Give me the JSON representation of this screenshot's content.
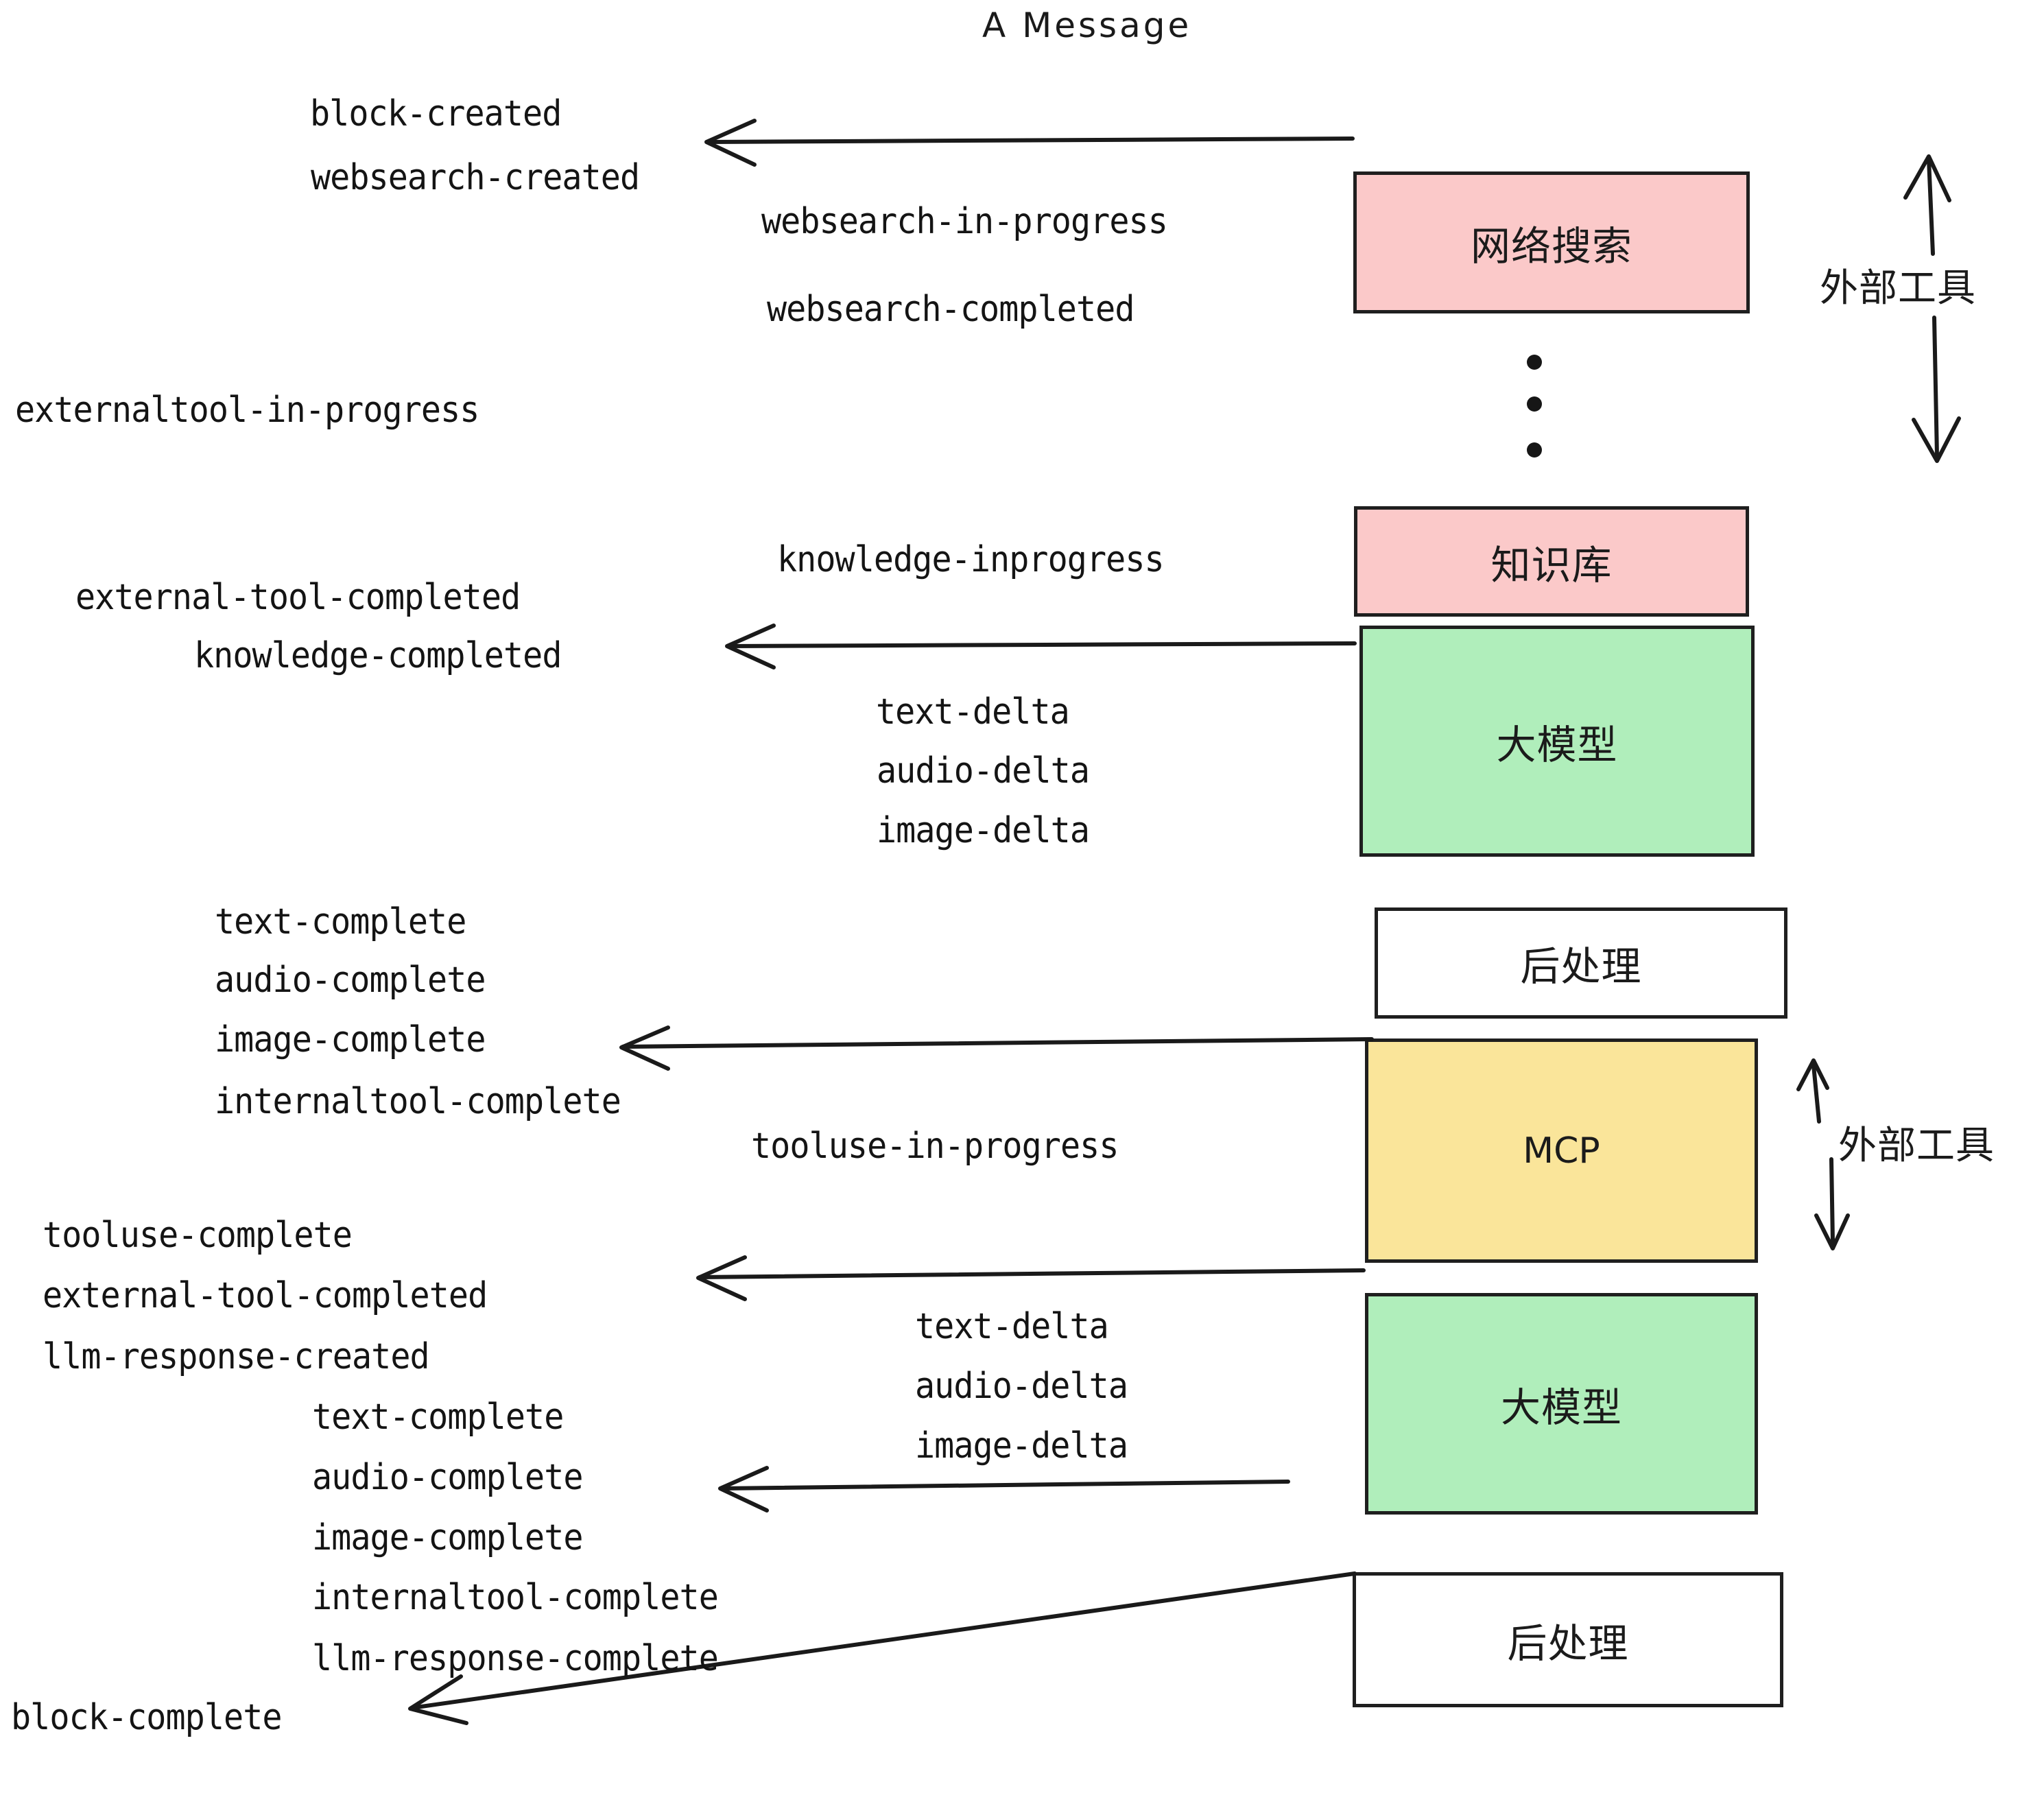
{
  "diagram": {
    "title": "A Message",
    "background": "#ffffff",
    "stroke_color": "#1f1f1f",
    "colors": {
      "pink": "#fbc9c9",
      "green": "#b0eebb",
      "yellow": "#fae59a",
      "white": "#ffffff",
      "line": "#1a1a1a"
    }
  },
  "nodes": [
    {
      "id": "websearch",
      "label": "网络搜索",
      "fill": "#fbc9c9",
      "kind": "external-tool"
    },
    {
      "id": "knowledgebase",
      "label": "知识库",
      "fill": "#fbc9c9",
      "kind": "external-tool"
    },
    {
      "id": "llm-1",
      "label": "大模型",
      "fill": "#b0eebb",
      "kind": "model"
    },
    {
      "id": "postprocess-1",
      "label": "后处理",
      "fill": "#ffffff",
      "kind": "postprocess"
    },
    {
      "id": "mcp",
      "label": "MCP",
      "fill": "#fae59a",
      "kind": "external-tool"
    },
    {
      "id": "llm-2",
      "label": "大模型",
      "fill": "#b0eebb",
      "kind": "model"
    },
    {
      "id": "postprocess-2",
      "label": "后处理",
      "fill": "#ffffff",
      "kind": "postprocess"
    }
  ],
  "side_labels": [
    {
      "id": "external-tool-top",
      "text": "外部工具"
    },
    {
      "id": "external-tool-mcp",
      "text": "外部工具"
    }
  ],
  "events": [
    {
      "id": "e01",
      "text": "block-created"
    },
    {
      "id": "e02",
      "text": "websearch-created"
    },
    {
      "id": "e03",
      "text": "websearch-in-progress"
    },
    {
      "id": "e04",
      "text": "websearch-completed"
    },
    {
      "id": "e05",
      "text": "externaltool-in-progress"
    },
    {
      "id": "e06",
      "text": "knowledge-inprogress"
    },
    {
      "id": "e07",
      "text": "external-tool-completed"
    },
    {
      "id": "e08",
      "text": "knowledge-completed"
    },
    {
      "id": "e09",
      "text": "text-delta"
    },
    {
      "id": "e10",
      "text": "audio-delta"
    },
    {
      "id": "e11",
      "text": "image-delta"
    },
    {
      "id": "e12",
      "text": "text-complete"
    },
    {
      "id": "e13",
      "text": "audio-complete"
    },
    {
      "id": "e14",
      "text": "image-complete"
    },
    {
      "id": "e15",
      "text": "internaltool-complete"
    },
    {
      "id": "e16",
      "text": "tooluse-in-progress"
    },
    {
      "id": "e17",
      "text": "tooluse-complete"
    },
    {
      "id": "e18",
      "text": "external-tool-completed"
    },
    {
      "id": "e19",
      "text": "llm-response-created"
    },
    {
      "id": "e20",
      "text": "text-complete"
    },
    {
      "id": "e21",
      "text": "audio-complete"
    },
    {
      "id": "e22",
      "text": "image-complete"
    },
    {
      "id": "e23",
      "text": "internaltool-complete"
    },
    {
      "id": "e24",
      "text": "llm-response-complete"
    },
    {
      "id": "e25",
      "text": "block-complete"
    },
    {
      "id": "e26",
      "text": "text-delta"
    },
    {
      "id": "e27",
      "text": "audio-delta"
    },
    {
      "id": "e28",
      "text": "image-delta"
    }
  ]
}
